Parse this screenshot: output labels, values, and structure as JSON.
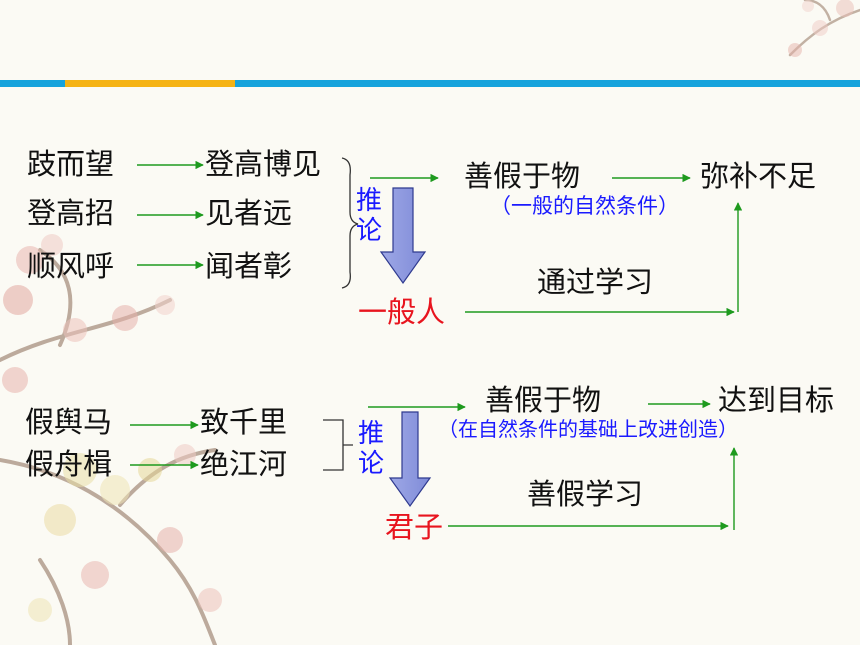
{
  "colors": {
    "green": "#1e9a1e",
    "blue": "#1a1aff",
    "red": "#e8141e",
    "bar_blue": "#17a3dc",
    "bar_orange": "#f5b315"
  },
  "top": {
    "rows": [
      {
        "left": "跂而望",
        "right": "登高博见"
      },
      {
        "left": "登高招",
        "right": "见者远"
      },
      {
        "left": "顺风呼",
        "right": "闻者彰"
      }
    ],
    "infer": "推论",
    "result": "善假于物",
    "result_note": "（一般的自然条件）",
    "goal": "弥补不足",
    "subject": "一般人",
    "path_label": "通过学习"
  },
  "bottom": {
    "rows": [
      {
        "left": "假舆马",
        "right": "致千里"
      },
      {
        "left": "假舟楫",
        "right": "绝江河"
      }
    ],
    "infer": "推论",
    "result": "善假于物",
    "result_note": "（在自然条件的基础上改进创造）",
    "goal": "达到目标",
    "subject": "君子",
    "path_label": "善假学习"
  }
}
